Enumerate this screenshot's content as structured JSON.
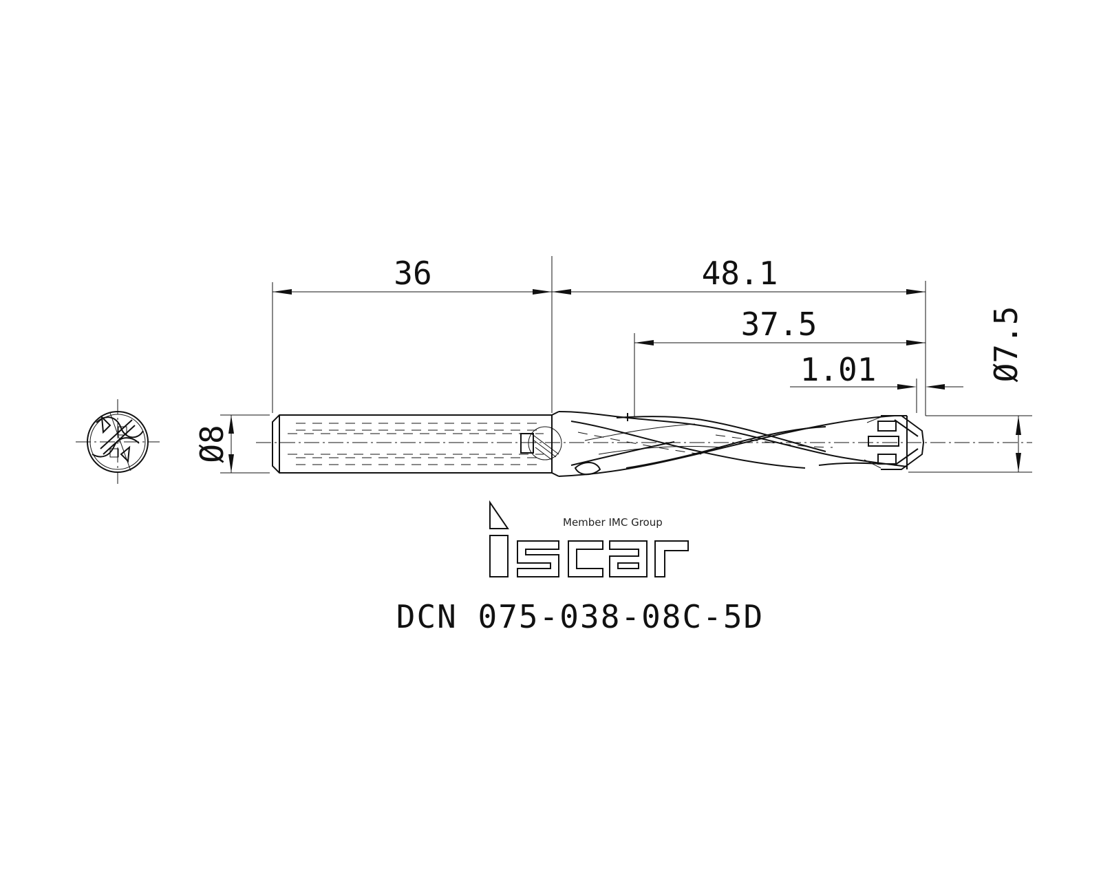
{
  "dimensions": {
    "shank_length": "36",
    "overall_flute_length": "48.1",
    "flute_length": "37.5",
    "tip_length": "1.01",
    "shank_diameter": "Ø8",
    "drill_diameter": "Ø7.5"
  },
  "logo": {
    "brand": "iscar",
    "tagline": "Member IMC Group"
  },
  "part_code": "DCN 075-038-08C-5D"
}
